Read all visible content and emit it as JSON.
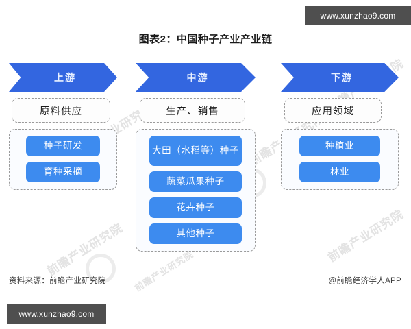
{
  "title": "图表2：中国种子产业产业链",
  "watermarks": {
    "url_badge": "www.xunzhao9.com",
    "diagonal": "前瞻产业研究院",
    "diagonal_small": "前瞻产业研究院"
  },
  "colors": {
    "arrow_blue": "#3366e0",
    "pill_blue": "#3d8bef",
    "dashed_border": "#9a9a9a",
    "badge_gray": "#4f4f4f"
  },
  "columns": [
    {
      "stage": "上游",
      "label": "原料供应",
      "items": [
        {
          "text": "种子研发",
          "tall": false
        },
        {
          "text": "育种采摘",
          "tall": false
        }
      ]
    },
    {
      "stage": "中游",
      "label": "生产、销售",
      "items": [
        {
          "text": "大田（水稻等）种子",
          "tall": true
        },
        {
          "text": "蔬菜瓜果种子",
          "tall": false
        },
        {
          "text": "花卉种子",
          "tall": false
        },
        {
          "text": "其他种子",
          "tall": false
        }
      ]
    },
    {
      "stage": "下游",
      "label": "应用领域",
      "items": [
        {
          "text": "种植业",
          "tall": false
        },
        {
          "text": "林业",
          "tall": false
        }
      ]
    }
  ],
  "footer": {
    "source": "资料来源：前瞻产业研究院",
    "app": "@前瞻经济学人APP"
  }
}
